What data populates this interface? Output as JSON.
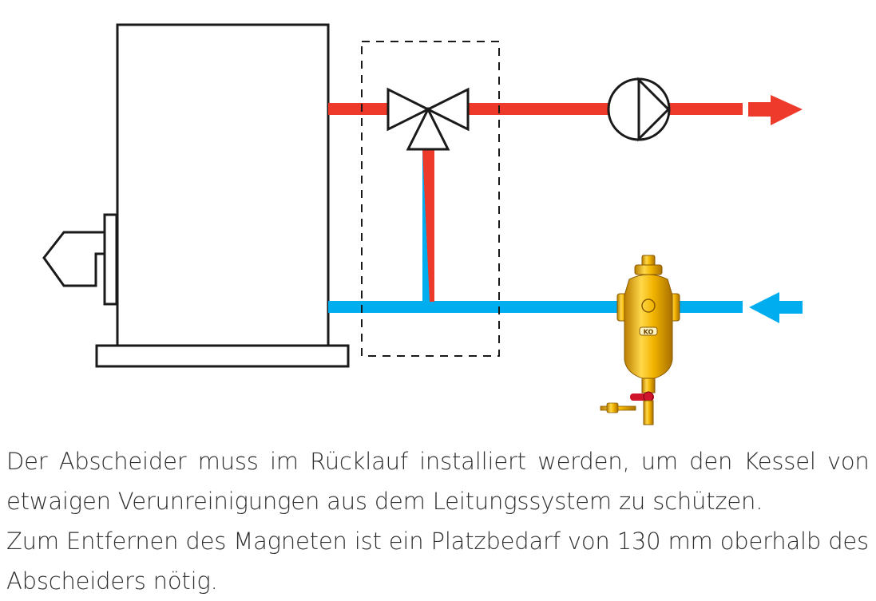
{
  "diagram": {
    "colors": {
      "flow": "#ee3a2b",
      "return": "#00aeef",
      "outline": "#1a1a1a",
      "brass": "#e0a800",
      "valve_handle": "#d0142b"
    },
    "separator_label": "KO",
    "components": [
      "boiler",
      "burner-icon",
      "mixing-valve-icon",
      "pump-icon",
      "flow-arrow-icon",
      "return-arrow-icon",
      "dirt-separator"
    ]
  },
  "caption": {
    "line1": "Der Abscheider muss im Rücklauf installiert werden, um den Kessel von",
    "line2": "etwaigen Verunreinigungen aus dem Leitungssystem zu schützen.",
    "line3": "Zum Entfernen des Magneten ist ein Platzbedarf  von 130 mm oberhalb des",
    "line4": "Abscheiders nötig."
  }
}
